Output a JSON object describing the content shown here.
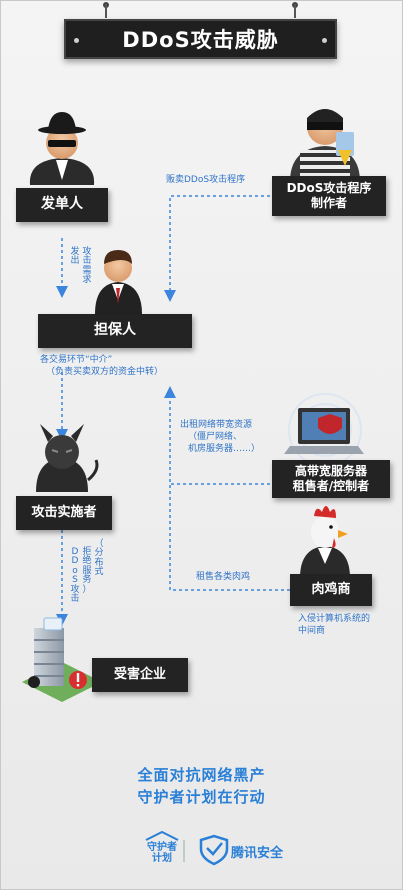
{
  "title": "DDoS攻击威胁",
  "nodes": {
    "dispatcher": "发单人",
    "developer_line1": "DDoS攻击程序",
    "developer_line2": "制作者",
    "guarantor": "担保人",
    "server_line1": "高带宽服务器",
    "server_line2": "租售者/控制者",
    "attacker": "攻击实施者",
    "broiler": "肉鸡商",
    "victim": "受害企业"
  },
  "edges": {
    "dispatch_col1": "发出",
    "dispatch_col2": "攻击需求",
    "sell_program": "贩卖DDoS攻击程序",
    "middleman_line1": "各交易环节“中介”",
    "middleman_line2": "（负责买卖双方的资金中转）",
    "rent_line1": "出租网络带宽资源",
    "rent_line2": "（僵尸网络、",
    "rent_line3": "机房服务器……）",
    "sell_broilers": "租售各类肉鸡",
    "broiler_note_line1": "入侵计算机系统的",
    "broiler_note_line2": "中间商",
    "ddos_col1": "（分布式",
    "ddos_col2": "拒绝服务）",
    "ddos_col3": "DDoS攻击"
  },
  "footer": {
    "slogan_line1": "全面对抗网络黑产",
    "slogan_line2": "守护者计划在行动",
    "badge_line1": "守护者",
    "badge_line2": "计划",
    "company": "腾讯安全"
  },
  "colors": {
    "accent": "#2a7fd6",
    "line": "#3b86dc",
    "tag_bg": "#232323"
  }
}
